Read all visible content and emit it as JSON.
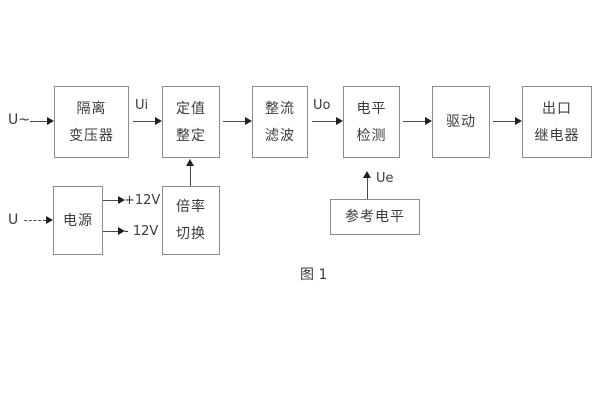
{
  "figure": {
    "caption": "图 1",
    "blocks": [
      {
        "id": "isolation-transformer",
        "lines": [
          "隔离",
          "变压器"
        ]
      },
      {
        "id": "setting-value",
        "lines": [
          "定值",
          "整定"
        ]
      },
      {
        "id": "rectify-filter",
        "lines": [
          "整流",
          "滤波"
        ]
      },
      {
        "id": "level-detection",
        "lines": [
          "电平",
          "检测"
        ]
      },
      {
        "id": "drive",
        "lines": [
          "驱动"
        ]
      },
      {
        "id": "output-relay",
        "lines": [
          "出口",
          "继电器"
        ]
      },
      {
        "id": "power-supply",
        "lines": [
          "电源"
        ]
      },
      {
        "id": "multiplier-switch",
        "lines": [
          "倍率",
          "切换"
        ]
      },
      {
        "id": "reference-level",
        "lines": [
          "参考电平"
        ]
      }
    ],
    "signals": {
      "ac_input": "U~",
      "dc_input": "U",
      "ui": "Ui",
      "uo": "Uo",
      "ue": "Ue",
      "plus12v": "+12V",
      "minus12v": "- 12V"
    },
    "colors": {
      "background": "#ffffff",
      "box_border": "#8c8c8c",
      "text": "#3b3b3b",
      "arrow": "#4a4a4a"
    }
  }
}
